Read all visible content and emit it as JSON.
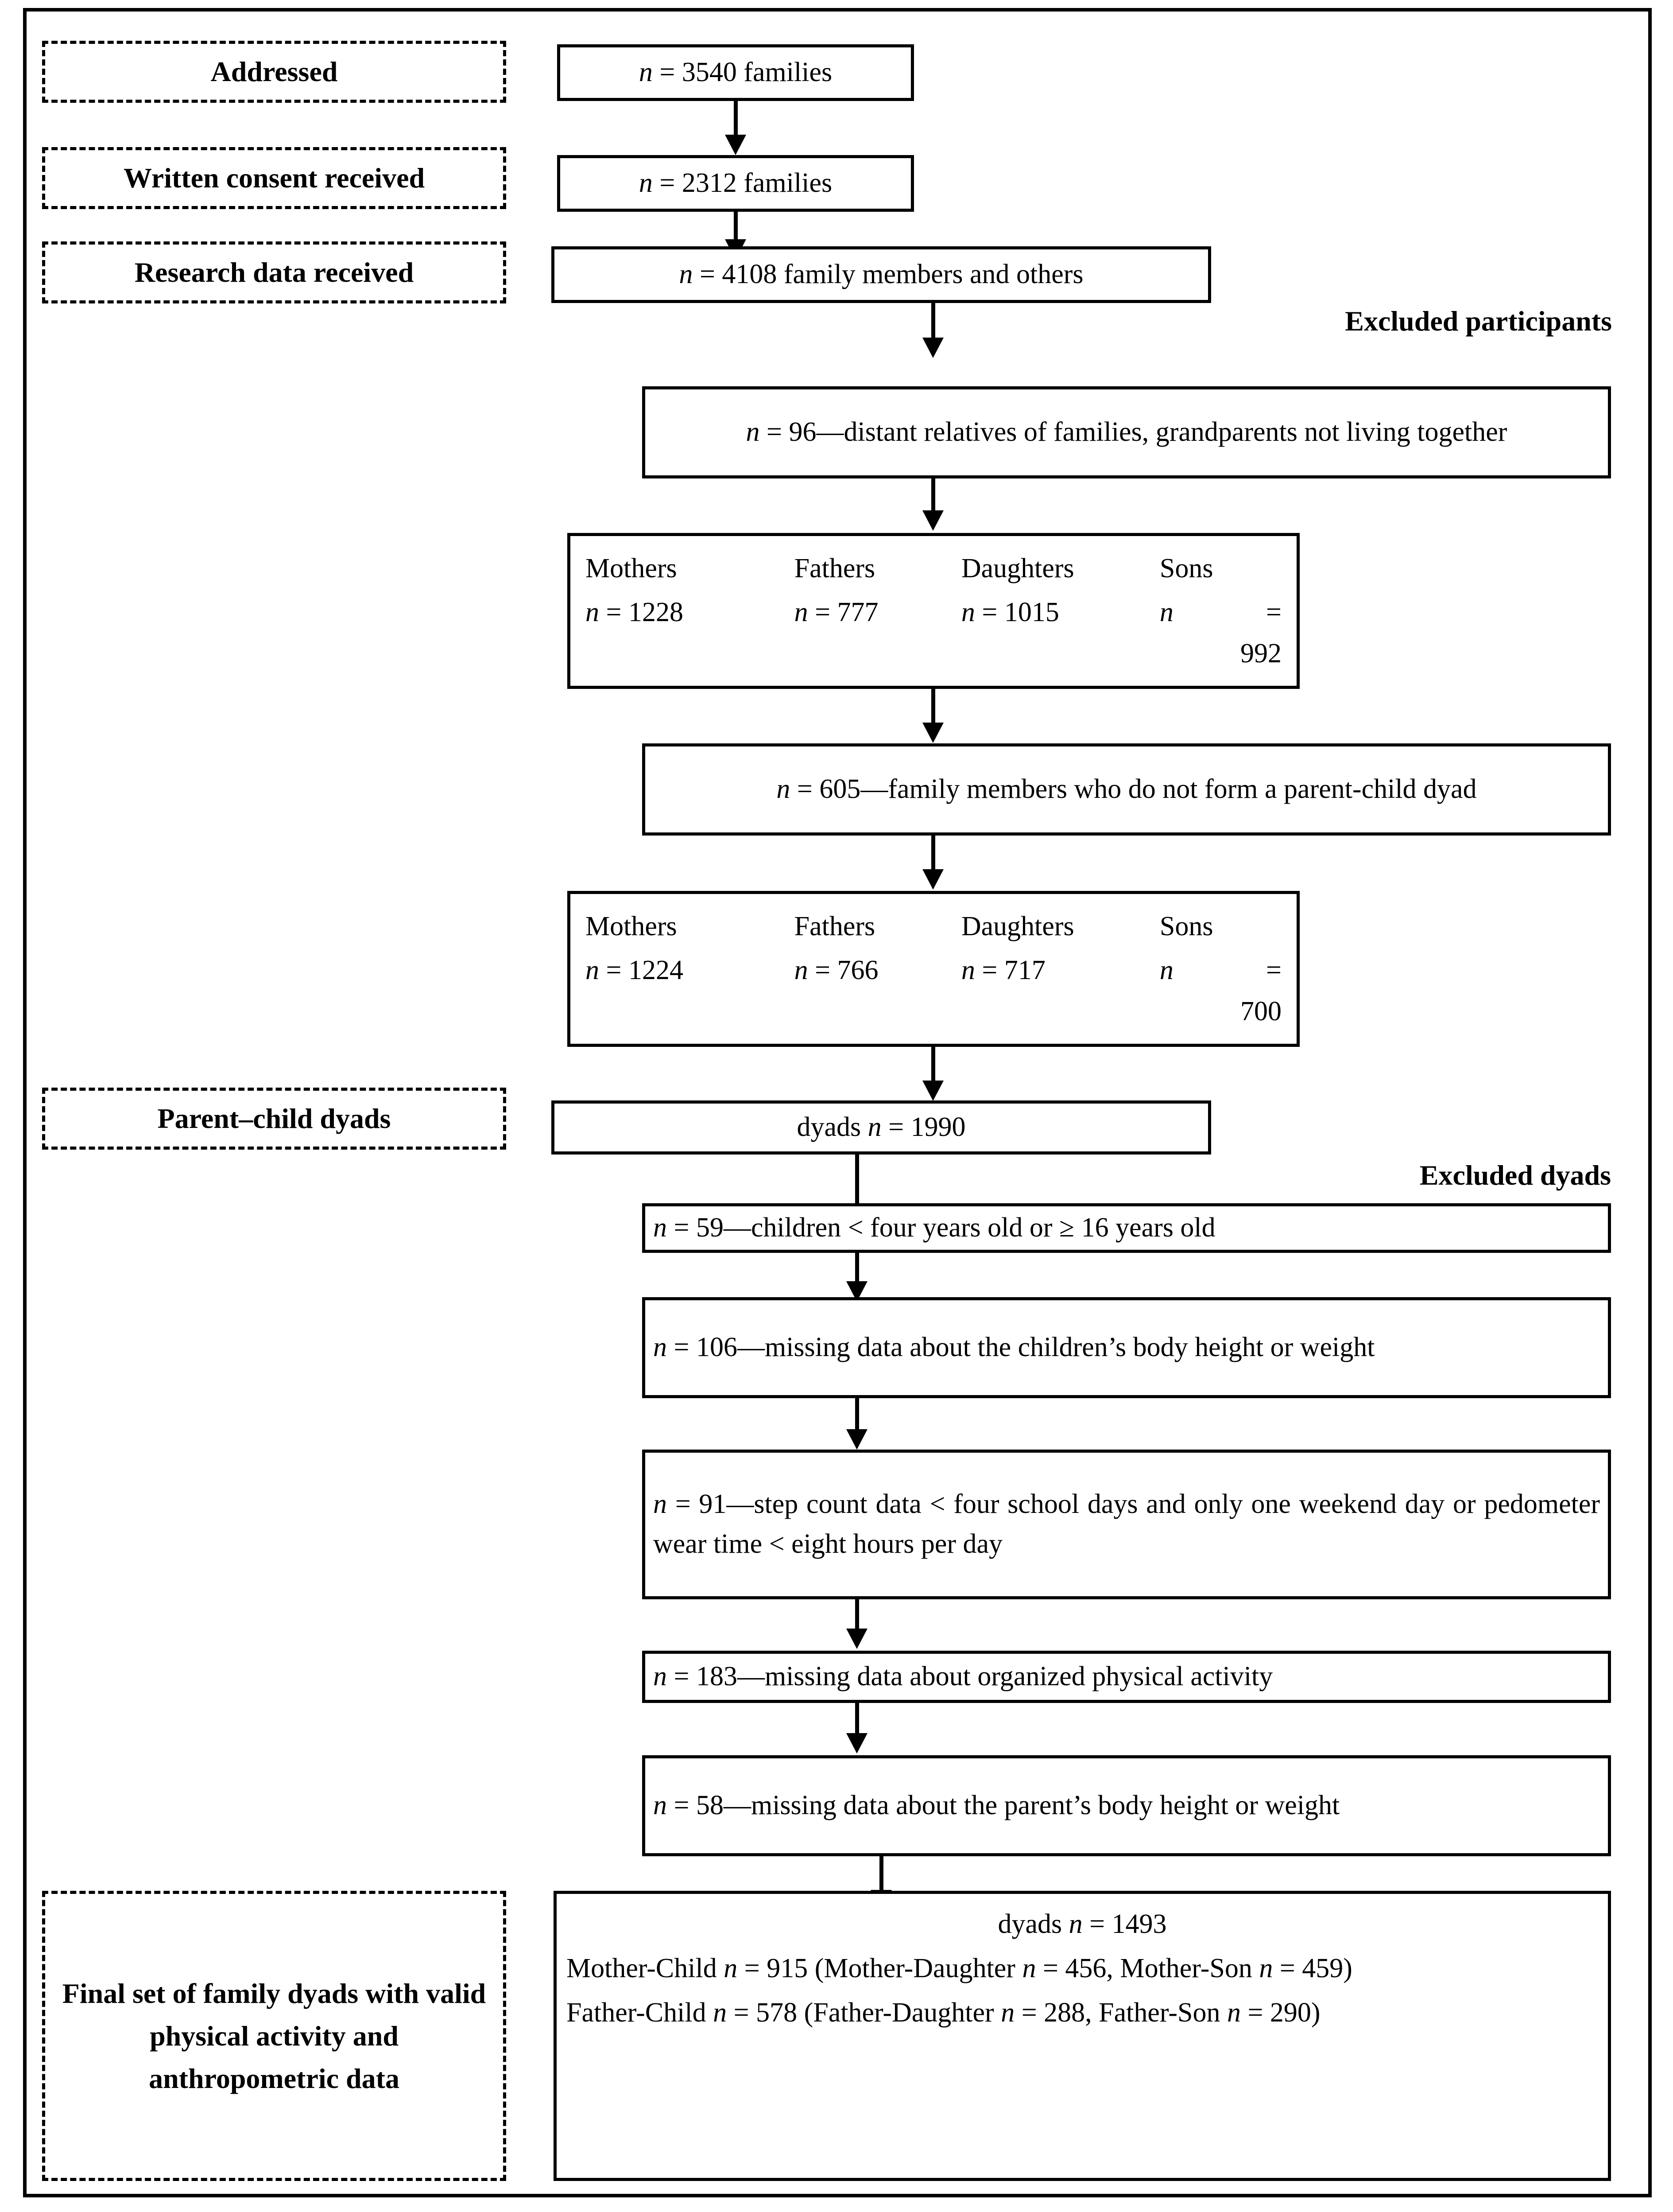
{
  "figure": {
    "type": "flowchart",
    "title": "Study participant flow diagram"
  },
  "rail_labels": [
    {
      "id": "addressed",
      "text": "Addressed"
    },
    {
      "id": "written-consent",
      "text": "Written consent received"
    },
    {
      "id": "research-data",
      "text": "Research data received"
    },
    {
      "id": "parent-child",
      "text": "Parent–child dyads"
    },
    {
      "id": "final-set",
      "text": "Final set of family dyads with valid physical activity and anthropometric data"
    }
  ],
  "side_captions": {
    "excluded_participants": "Excluded participants",
    "excluded_dyads": "Excluded dyads"
  },
  "nodes": {
    "addressed": {
      "text_html": "<i>n</i> = 3540 families"
    },
    "consent": {
      "text_html": "<i>n</i> = 2312 families"
    },
    "research_data": {
      "text_html": "<i>n</i> = 4108 family members and others"
    },
    "excl_96": {
      "text_html": "<i>n</i> = 96—distant relatives of families, grandparents not living together"
    },
    "excl_605": {
      "text_html": "<i>n</i> = 605—family members who do not form a parent-child dyad"
    },
    "dyads_1990": {
      "text_html": "dyads <i>n</i> = 1990"
    },
    "excl_59": {
      "text_html": "<i>n</i> = 59—children < four years old or ≥ 16 years old"
    },
    "excl_106": {
      "text_html": "<i>n</i> = 106—missing data about the children’s body height or weight"
    },
    "excl_91": {
      "text_html": "<i>n</i> = 91—step count data < four school days and only one weekend day or pedometer wear time < eight hours per day"
    },
    "excl_183": {
      "text_html": "<i>n</i> = 183—missing data about organized physical activity"
    },
    "excl_58": {
      "text_html": "<i>n</i> = 58—missing data about the parent’s body height or weight"
    }
  },
  "demographics_1": {
    "columns": [
      "Mothers",
      "Fathers",
      "Daughters",
      "Sons"
    ],
    "counts": [
      1228,
      777,
      1015,
      992
    ],
    "values_html": [
      "<i>n</i> = 1228",
      "<i>n</i> = 777",
      "<i>n</i> = 1015",
      "<i>n</i> = 992"
    ],
    "sons_prefix_html": "<i>n</i>",
    "sons_eq": "=",
    "sons_value": "992"
  },
  "demographics_2": {
    "columns": [
      "Mothers",
      "Fathers",
      "Daughters",
      "Sons"
    ],
    "counts": [
      1224,
      766,
      717,
      700
    ],
    "values_html": [
      "<i>n</i> = 1224",
      "<i>n</i> = 766",
      "<i>n</i> = 717",
      "<i>n</i> = 700"
    ],
    "sons_prefix_html": "<i>n</i>",
    "sons_eq": "=",
    "sons_value": "700"
  },
  "final_box": {
    "line1_html": "dyads <i>n</i> = 1493",
    "line2_html": "Mother-Child <i>n</i> = 915 (Mother-Daughter <i>n</i> = 456, Mother-Son <i>n</i> = 459)",
    "line3_html": "Father-Child <i>n</i> = 578 (Father-Daughter <i>n</i> = 288, Father-Son <i>n</i> = 290)",
    "totals": {
      "dyads": 1493,
      "mother_child": 915,
      "mother_daughter": 456,
      "mother_son": 459,
      "father_child": 578,
      "father_daughter": 288,
      "father_son": 290
    }
  },
  "colors": {
    "stroke": "#000000",
    "background": "#ffffff",
    "text": "#000000"
  }
}
